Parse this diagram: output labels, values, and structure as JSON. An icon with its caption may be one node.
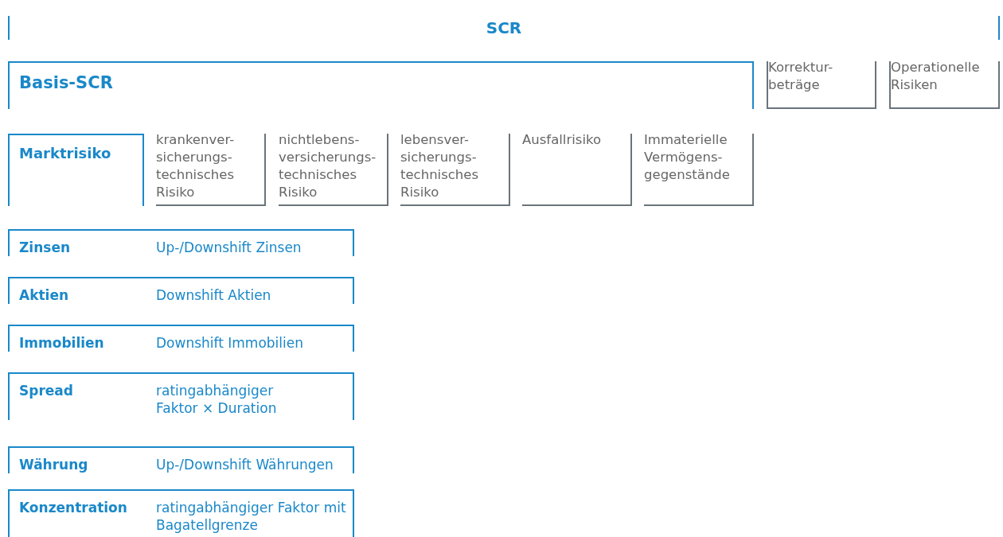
{
  "diagram": {
    "nodes": [
      {
        "text": [
          "SCR"
        ]
      },
      {
        "text": [
          "Basis-SCR"
        ]
      },
      {
        "text": [
          "Korrektur- beträge"
        ]
      },
      {
        "text": [
          "Operationelle Risiken"
        ]
      },
      {
        "text": [
          "Marktrisiko"
        ]
      },
      {
        "text": [
          "krankenver- sicherungs- technisches Risiko"
        ]
      },
      {
        "text": [
          "nichtlebens- versicherungs- technisches Risiko"
        ]
      },
      {
        "text": [
          "lebensver- sicherungs- technisches Risiko"
        ]
      },
      {
        "text": [
          "Ausfallrisiko"
        ]
      },
      {
        "text": [
          "Immaterielle Vermögens- gegenstände"
        ]
      },
      {
        "text": [
          "Zinsen",
          "Up-/Downshift Zinsen"
        ]
      },
      {
        "text": [
          "Aktien",
          "Downshift Aktien"
        ]
      },
      {
        "text": [
          "Immobilien",
          "Downshift Immobilien"
        ]
      },
      {
        "text": [
          "Spread",
          "ratingabhängiger Faktor × Duration"
        ]
      },
      {
        "text": [
          "Währung",
          "Up-/Downshift Währungen"
        ]
      },
      {
        "text": [
          "Konzentration",
          "ratingabhängiger Faktor mit Bagatellgrenze"
        ]
      }
    ]
  }
}
